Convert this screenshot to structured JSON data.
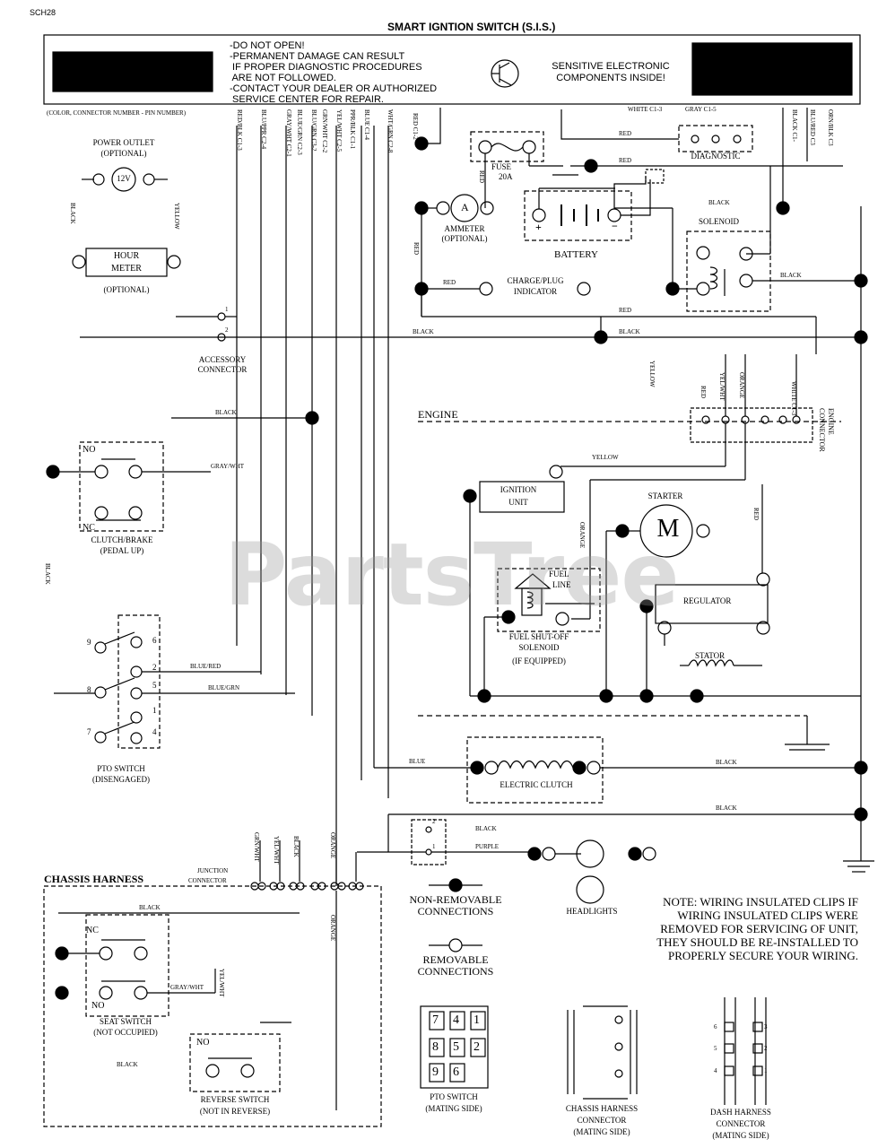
{
  "page_code": "SCH28",
  "watermark": "PartsTree",
  "header": {
    "title": "SMART IGNTION SWITCH (S.I.S.)",
    "warnings": [
      "-DO NOT OPEN!",
      "-PERMANENT DAMAGE CAN RESULT",
      " IF PROPER DIAGNOSTIC PROCEDURES",
      " ARE NOT FOLLOWED.",
      "-CONTACT YOUR DEALER OR AUTHORIZED",
      " SERVICE CENTER FOR REPAIR."
    ],
    "sensitive": [
      "SENSITIVE ELECTRONIC",
      "COMPONENTS INSIDE!"
    ],
    "legend_key": "(COLOR, CONNECTOR NUMBER - PIN NUMBER)"
  },
  "wire_labels_top": [
    "RED/BLK C1-3",
    "BLU/PPR C2-4",
    "GRAY/WHT C2-1",
    "BLUE/GRN C2-3",
    "BLU/GRN C3-2",
    "GRN/WHT C2-2",
    "YEL/WHT C2-5",
    "PPR/BLK C1-1",
    "BLUE C1-4",
    "WHT/GRN C2-8",
    "RED C1-2",
    "BLACK C1-",
    "BLU/RED C3",
    "ORN/BLK C3"
  ],
  "components": {
    "power_outlet": [
      "POWER OUTLET",
      "(OPTIONAL)",
      "12V"
    ],
    "hour_meter": [
      "HOUR",
      "METER",
      "(OPTIONAL)"
    ],
    "accessory": [
      "ACCESSORY",
      "CONNECTOR"
    ],
    "clutch": [
      "CLUTCH/BRAKE",
      "(PEDAL UP)"
    ],
    "pto_switch": [
      "PTO SWITCH",
      "(DISENGAGED)"
    ],
    "fuse": [
      "FUSE",
      "20A"
    ],
    "ammeter": [
      "AMMETER",
      "(OPTIONAL)"
    ],
    "battery": "BATTERY",
    "diagnostic": "DIAGNOSTIC",
    "solenoid": "SOLENOID",
    "charge_indicator": [
      "CHARGE/PLUG",
      "INDICATOR"
    ],
    "engine": "ENGINE",
    "engine_connector": [
      "ENGINE",
      "CONNECTOR"
    ],
    "ignition": [
      "IGNITION",
      "UNIT"
    ],
    "starter": "STARTER",
    "starter_symbol": "M",
    "fuel": [
      "FUEL",
      "LINE"
    ],
    "fuel_solenoid": [
      "FUEL SHUT-OFF",
      "SOLENOID",
      "(IF EQUIPPED)"
    ],
    "regulator": "REGULATOR",
    "stator": "STATOR",
    "electric_clutch": "ELECTRIC CLUTCH",
    "headlights": "HEADLIGHTS",
    "chassis_harness": "CHASSIS HARNESS",
    "junction": [
      "JUNCTION",
      "CONNECTOR"
    ],
    "seat_switch": [
      "SEAT SWITCH",
      "(NOT OCCUPIED)"
    ],
    "reverse_switch": [
      "REVERSE SWITCH",
      "(NOT IN REVERSE)"
    ],
    "non_removable": [
      "NON-REMOVABLE",
      "CONNECTIONS"
    ],
    "removable": [
      "REMOVABLE",
      "CONNECTIONS"
    ],
    "note": "NOTE: WIRING INSULATED CLIPS IF WIRING INSULATED CLIPS WERE REMOVED FOR SERVICING OF UNIT, THEY SHOULD BE RE-INSTALLED TO PROPERLY SECURE YOUR WIRING.",
    "pto_mating": [
      "PTO SWITCH",
      "(MATING SIDE)"
    ],
    "pto_mating_pins": [
      "7",
      "4",
      "1",
      "8",
      "5",
      "2",
      "9",
      "6"
    ],
    "chassis_conn": [
      "CHASSIS HARNESS",
      "CONNECTOR",
      "(MATING SIDE)"
    ],
    "dash_conn": [
      "DASH HARNESS",
      "CONNECTOR",
      "(MATING SIDE)"
    ]
  },
  "wire_colors": {
    "red": "RED",
    "black": "BLACK",
    "gray_wht": "GRAY/WHT",
    "blue_red": "BLUE/RED",
    "blue_grn": "BLUE/GRN",
    "blue": "BLUE",
    "purple": "PURPLE",
    "yellow": "YELLOW",
    "orange": "ORANGE",
    "white_c1": "WHITE C1-3",
    "gray_c1": "GRAY C1-5",
    "yel_wht": "YEL/WHT",
    "grn_wht": "GRN/WHT"
  },
  "switch_labels": {
    "no": "NO",
    "nc": "NC"
  },
  "pin_numbers": [
    "1",
    "2",
    "3",
    "4",
    "5",
    "6"
  ]
}
